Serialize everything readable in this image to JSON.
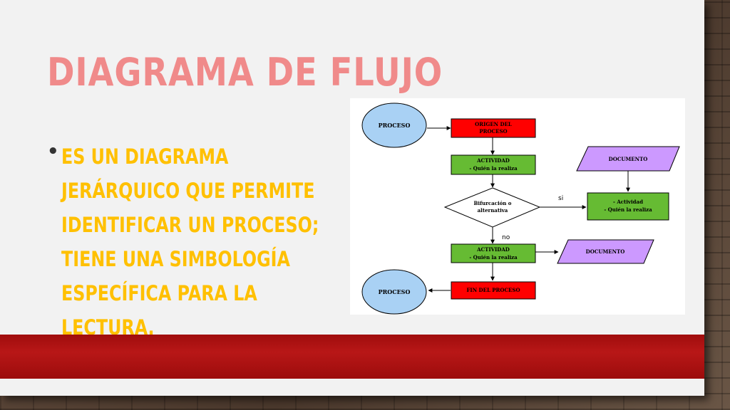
{
  "slide": {
    "title": "DIAGRAMA DE FLUJO",
    "bullet": "ES UN DIAGRAMA JERÁRQUICO QUE PERMITE IDENTIFICAR UN PROCESO; TIENE UNA SIMBOLOGÍA ESPECÍFICA PARA LA LECTURA."
  },
  "diagram": {
    "nodes": {
      "start": "PROCESO",
      "origin_1": "ORIGEN DEL",
      "origin_2": "PROCESO",
      "activity1_1": "ACTIVIDAD",
      "activity1_2": "-  Quién la realiza",
      "decision_1": "Bifurcación o",
      "decision_2": "alternativa",
      "doc_top": "DOCUMENTO",
      "activity_right_1": "- Actividad",
      "activity_right_2": "-  Quién la realiza",
      "activity2_1": "ACTIVIDAD",
      "activity2_2": "-  Quién la realiza",
      "doc_mid": "DOCUMENTO",
      "end_box": "FIN DEL PROCESO",
      "end": "PROCESO"
    },
    "edges": {
      "yes": "si",
      "no": "no"
    },
    "colors": {
      "circle": "#a9d1f4",
      "red_box": "#ff0000",
      "green_box": "#66bb33",
      "purple_doc": "#cc99ff",
      "title": "#f08a8a",
      "bullet_text": "#ffc000",
      "bar": "#b01212"
    }
  }
}
